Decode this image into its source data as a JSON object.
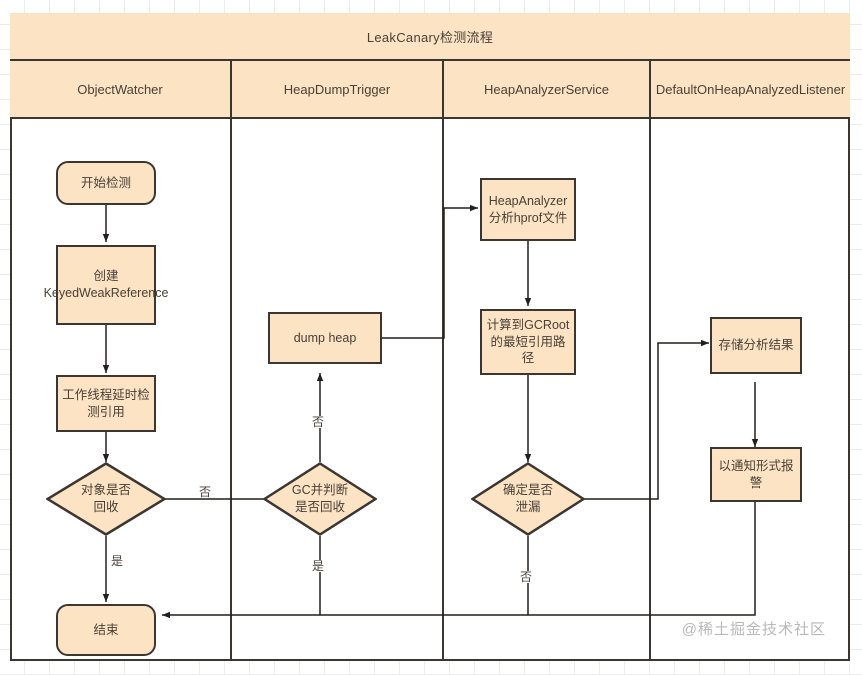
{
  "pool": {
    "title": "LeakCanary检测流程"
  },
  "lanes": [
    {
      "id": "lane-objectwatcher",
      "label": "ObjectWatcher"
    },
    {
      "id": "lane-heapdumptrigger",
      "label": "HeapDumpTrigger"
    },
    {
      "id": "lane-heapanalyzerservice",
      "label": "HeapAnalyzerService"
    },
    {
      "id": "lane-defaultonheapanalyzedlistener",
      "label": "DefaultOnHeapAnalyzedListener"
    }
  ],
  "nodes": [
    {
      "id": "start-detection",
      "label": "开始检测",
      "shape": "round"
    },
    {
      "id": "create-weakref",
      "label": "创建\nKeyedWeakReference",
      "shape": "rect"
    },
    {
      "id": "worker-delay-check",
      "label": "工作线程延时检\n测引用",
      "shape": "rect"
    },
    {
      "id": "object-recycled",
      "label": "对象是否\n回收",
      "shape": "diamond"
    },
    {
      "id": "end",
      "label": "结束",
      "shape": "round"
    },
    {
      "id": "gc-and-judge",
      "label": "GC并判断\n是否回收",
      "shape": "diamond"
    },
    {
      "id": "dump-heap",
      "label": "dump heap",
      "shape": "rect"
    },
    {
      "id": "heap-analyzer",
      "label": "HeapAnalyzer\n分析hprof文件",
      "shape": "rect"
    },
    {
      "id": "gcroot-path",
      "label": "计算到GCRoot\n的最短引用路径",
      "shape": "rect"
    },
    {
      "id": "confirm-leak",
      "label": "确定是否\n泄漏",
      "shape": "diamond"
    },
    {
      "id": "store-result",
      "label": "存储分析结果",
      "shape": "rect"
    },
    {
      "id": "notify-alert",
      "label": "以通知形式报警",
      "shape": "rect"
    }
  ],
  "edge_labels": [
    {
      "id": "label-object-recycled-no",
      "text": "否"
    },
    {
      "id": "label-object-recycled-yes",
      "text": "是"
    },
    {
      "id": "label-gc-judge-no",
      "text": "否"
    },
    {
      "id": "label-gc-judge-yes",
      "text": "是"
    },
    {
      "id": "label-confirm-leak-no",
      "text": "否"
    }
  ],
  "watermark": {
    "text": "@稀土掘金技术社区"
  },
  "colors": {
    "node_fill": "#fbe3c4",
    "stroke": "#3b3631",
    "text": "#4a4038",
    "grid": "#ececec",
    "watermark": "#b9b9b9"
  }
}
